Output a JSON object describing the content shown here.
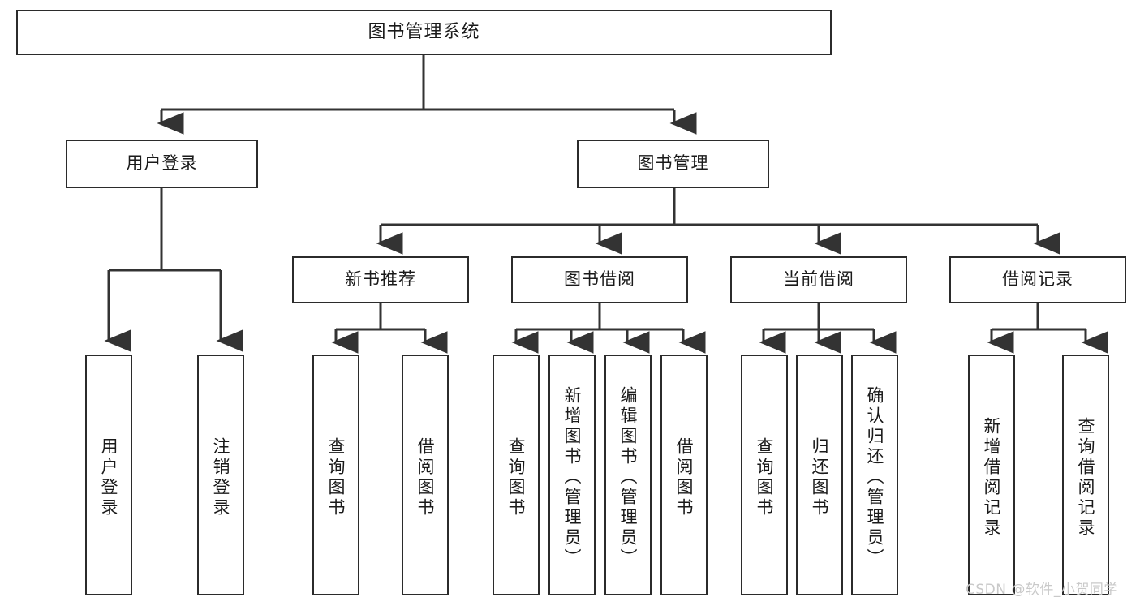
{
  "diagram": {
    "type": "tree",
    "title": "图书管理系统",
    "colors": {
      "box_border": "#2b2b2b",
      "box_fill": "#ffffff",
      "connector": "#333333",
      "text": "#1a1a1a",
      "watermark": "#c9c9c9"
    },
    "nodes": {
      "root": {
        "label": "图书管理系统",
        "level": 1,
        "orientation": "horizontal"
      },
      "l2": [
        {
          "id": "user-login",
          "label": "用户登录",
          "level": 2,
          "orientation": "horizontal"
        },
        {
          "id": "book-manage",
          "label": "图书管理",
          "level": 2,
          "orientation": "horizontal"
        }
      ],
      "l3": [
        {
          "id": "new-book-rec",
          "label": "新书推荐",
          "level": 3,
          "orientation": "horizontal"
        },
        {
          "id": "book-borrow",
          "label": "图书借阅",
          "level": 3,
          "orientation": "horizontal"
        },
        {
          "id": "current-borrow",
          "label": "当前借阅",
          "level": 3,
          "orientation": "horizontal"
        },
        {
          "id": "borrow-record",
          "label": "借阅记录",
          "level": 3,
          "orientation": "horizontal"
        }
      ],
      "leaves": [
        {
          "id": "leaf-user-login",
          "label": "用户登录",
          "parent": "user-login",
          "orientation": "vertical"
        },
        {
          "id": "leaf-user-logout",
          "label": "注销登录",
          "parent": "user-login",
          "orientation": "vertical"
        },
        {
          "id": "leaf-query-book-1",
          "label": "查询图书",
          "parent": "new-book-rec",
          "orientation": "vertical"
        },
        {
          "id": "leaf-borrow-book-1",
          "label": "借阅图书",
          "parent": "new-book-rec",
          "orientation": "vertical"
        },
        {
          "id": "leaf-query-book-2",
          "label": "查询图书",
          "parent": "book-borrow",
          "orientation": "vertical"
        },
        {
          "id": "leaf-add-book",
          "label": "新增图书（管理员）",
          "parent": "book-borrow",
          "orientation": "vertical"
        },
        {
          "id": "leaf-edit-book",
          "label": "编辑图书（管理员）",
          "parent": "book-borrow",
          "orientation": "vertical"
        },
        {
          "id": "leaf-borrow-book-2",
          "label": "借阅图书",
          "parent": "book-borrow",
          "orientation": "vertical"
        },
        {
          "id": "leaf-query-book-3",
          "label": "查询图书",
          "parent": "current-borrow",
          "orientation": "vertical"
        },
        {
          "id": "leaf-return-book",
          "label": "归还图书",
          "parent": "current-borrow",
          "orientation": "vertical"
        },
        {
          "id": "leaf-confirm-return",
          "label": "确认归还（管理员）",
          "parent": "current-borrow",
          "orientation": "vertical"
        },
        {
          "id": "leaf-add-record",
          "label": "新增借阅记录",
          "parent": "borrow-record",
          "orientation": "vertical"
        },
        {
          "id": "leaf-query-record",
          "label": "查询借阅记录",
          "parent": "borrow-record",
          "orientation": "vertical"
        }
      ]
    },
    "watermark": "CSDN @软件_小贺同学"
  }
}
